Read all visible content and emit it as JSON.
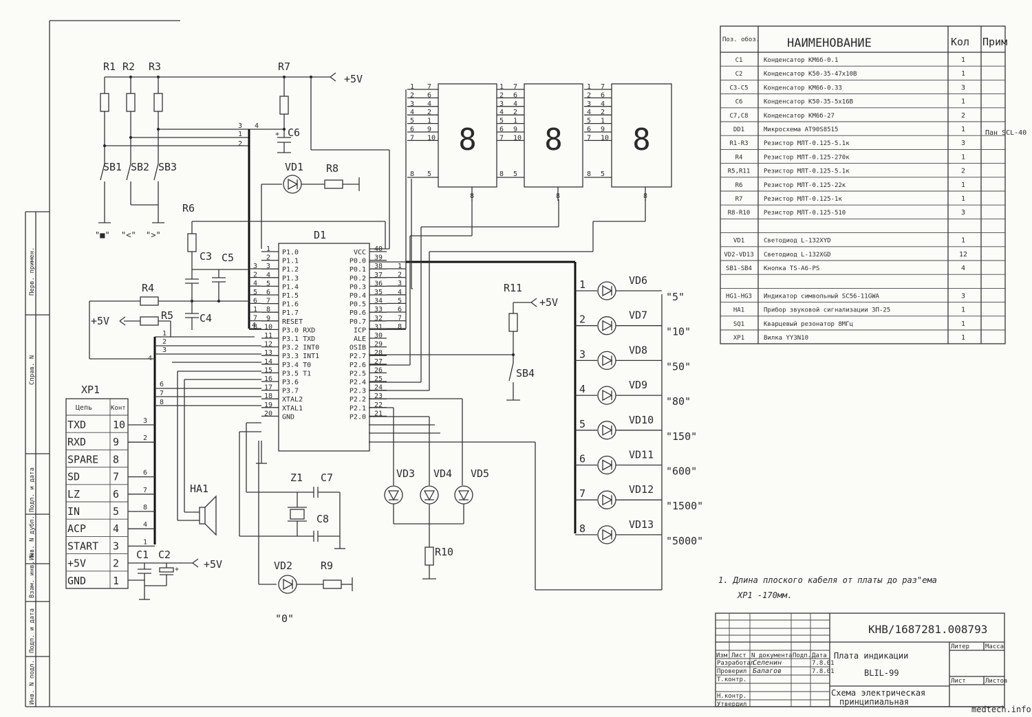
{
  "power_labels": {
    "plus5": "+5V"
  },
  "resistor_labels": {
    "r1": "R1",
    "r2": "R2",
    "r3": "R3",
    "r4": "R4",
    "r5": "R5",
    "r6": "R6",
    "r7": "R7",
    "r8": "R8",
    "r9": "R9",
    "r10": "R10",
    "r11": "R11"
  },
  "cap_labels": {
    "c1": "C1",
    "c2": "C2",
    "c3": "C3",
    "c4": "C4",
    "c5": "C5",
    "c6": "C6",
    "c7": "C7",
    "c8": "C8"
  },
  "switch_labels": {
    "sb1": "SB1",
    "sb2": "SB2",
    "sb3": "SB3",
    "sb4": "SB4"
  },
  "key_labels": {
    "k1": "\"■\"",
    "k2": "\"<\"",
    "k3": "\">\""
  },
  "other_labels": {
    "d1": "D1",
    "z1": "Z1",
    "ha1": "HA1",
    "vd1": "VD1",
    "vd2": "VD2",
    "vd3": "VD3",
    "vd4": "VD4",
    "vd5": "VD5",
    "vd2_caption": "\"0\""
  },
  "mcu": {
    "left_pins": [
      {
        "num": "1",
        "name": "P1.0"
      },
      {
        "num": "2",
        "name": "P1.1"
      },
      {
        "num": "3",
        "name": "P1.2"
      },
      {
        "num": "4",
        "name": "P1.3"
      },
      {
        "num": "5",
        "name": "P1.4"
      },
      {
        "num": "6",
        "name": "P1.5"
      },
      {
        "num": "7",
        "name": "P1.6"
      },
      {
        "num": "8",
        "name": "P1.7"
      },
      {
        "num": "9",
        "name": "RESET"
      },
      {
        "num": "10",
        "name": "P3.0  RXD"
      },
      {
        "num": "11",
        "name": "P3.1  TXD"
      },
      {
        "num": "12",
        "name": "P3.2  INT0"
      },
      {
        "num": "13",
        "name": "P3.3  INT1"
      },
      {
        "num": "14",
        "name": "P3.4  T0"
      },
      {
        "num": "15",
        "name": "P3.5  T1"
      },
      {
        "num": "16",
        "name": "P3.6"
      },
      {
        "num": "17",
        "name": "P3.7"
      },
      {
        "num": "18",
        "name": "XTAL2"
      },
      {
        "num": "19",
        "name": "XTAL1"
      },
      {
        "num": "20",
        "name": "GND"
      }
    ],
    "right_pins": [
      {
        "num": "40",
        "name": "VCC"
      },
      {
        "num": "39",
        "name": "P0.0"
      },
      {
        "num": "38",
        "name": "P0.1"
      },
      {
        "num": "37",
        "name": "P0.2"
      },
      {
        "num": "36",
        "name": "P0.3"
      },
      {
        "num": "35",
        "name": "P0.4"
      },
      {
        "num": "34",
        "name": "P0.5"
      },
      {
        "num": "33",
        "name": "P0.6"
      },
      {
        "num": "32",
        "name": "P0.7"
      },
      {
        "num": "31",
        "name": "ICP"
      },
      {
        "num": "30",
        "name": "ALE"
      },
      {
        "num": "29",
        "name": "OSIB"
      },
      {
        "num": "28",
        "name": "P2.7"
      },
      {
        "num": "27",
        "name": "P2.6"
      },
      {
        "num": "26",
        "name": "P2.5"
      },
      {
        "num": "25",
        "name": "P2.4"
      },
      {
        "num": "24",
        "name": "P2.3"
      },
      {
        "num": "23",
        "name": "P2.2"
      },
      {
        "num": "22",
        "name": "P2.1"
      },
      {
        "num": "21",
        "name": "P2.0"
      }
    ]
  },
  "connector": {
    "title": "XP1",
    "header": [
      "Цепь",
      "Конт"
    ],
    "rows": [
      {
        "signal": "TXD",
        "pin": "10",
        "wire": "3"
      },
      {
        "signal": "RXD",
        "pin": "9",
        "wire": "2"
      },
      {
        "signal": "SPARE",
        "pin": "8",
        "wire": ""
      },
      {
        "signal": "SD",
        "pin": "7",
        "wire": "6"
      },
      {
        "signal": "LZ",
        "pin": "6",
        "wire": "7"
      },
      {
        "signal": "IN",
        "pin": "5",
        "wire": "8"
      },
      {
        "signal": "ACP",
        "pin": "4",
        "wire": "4"
      },
      {
        "signal": "START",
        "pin": "3",
        "wire": "1"
      },
      {
        "signal": "+5V",
        "pin": "2",
        "wire": ""
      },
      {
        "signal": "GND",
        "pin": "1",
        "wire": ""
      }
    ]
  },
  "leds_right": [
    {
      "num": "1",
      "ref": "VD6",
      "label": "\"5\""
    },
    {
      "num": "2",
      "ref": "VD7",
      "label": "\"10\""
    },
    {
      "num": "3",
      "ref": "VD8",
      "label": "\"50\""
    },
    {
      "num": "4",
      "ref": "VD9",
      "label": "\"80\""
    },
    {
      "num": "5",
      "ref": "VD10",
      "label": "\"150\""
    },
    {
      "num": "6",
      "ref": "VD11",
      "label": "\"600\""
    },
    {
      "num": "7",
      "ref": "VD12",
      "label": "\"1500\""
    },
    {
      "num": "8",
      "ref": "VD13",
      "label": "\"5000\""
    }
  ],
  "display": {
    "digit": "8",
    "pin_pairs": [
      [
        "1",
        "7"
      ],
      [
        "2",
        "6"
      ],
      [
        "3",
        "4"
      ],
      [
        "4",
        "2"
      ],
      [
        "5",
        "1"
      ],
      [
        "6",
        "9"
      ],
      [
        "7",
        "10"
      ]
    ],
    "bottom_pair": [
      "8",
      "5"
    ],
    "common_pin": "8"
  },
  "bom": {
    "header": {
      "pos": "Поз. обоз.",
      "name": "НАИМЕНОВАНИЕ",
      "qty": "Кол",
      "note": "Прим"
    },
    "rows": [
      {
        "pos": "C1",
        "name": "Конденсатор КМ6б-0.1",
        "qty": "1"
      },
      {
        "pos": "C2",
        "name": "Конденсатор К50-35-47х10В",
        "qty": "1"
      },
      {
        "pos": "C3-C5",
        "name": "Конденсатор КМ6б-0.33",
        "qty": "3"
      },
      {
        "pos": "C6",
        "name": "Конденсатор К50-35-5х16В",
        "qty": "1"
      },
      {
        "pos": "C7,C8",
        "name": "Конденсатор КМ6б-27",
        "qty": "2"
      },
      {
        "pos": "DD1",
        "name": "Микросхема AT90S8515",
        "qty": "1"
      },
      {
        "pos": "R1-R3",
        "name": "Резистор МЛТ-0.125-5.1к",
        "qty": "3"
      },
      {
        "pos": "R4",
        "name": "Резистор МЛТ-0.125-270к",
        "qty": "1"
      },
      {
        "pos": "R5,R11",
        "name": "Резистор МЛТ-0.125-5.1к",
        "qty": "2"
      },
      {
        "pos": "R6",
        "name": "Резистор МЛТ-0.125-22к",
        "qty": "1"
      },
      {
        "pos": "R7",
        "name": "Резистор МЛТ-0.125-1к",
        "qty": "1"
      },
      {
        "pos": "R8-R10",
        "name": "Резистор МЛТ-0.125-510",
        "qty": "3"
      },
      {
        "pos": "",
        "name": "",
        "qty": ""
      },
      {
        "pos": "VD1",
        "name": "Светодиод L-132XYD",
        "qty": "1"
      },
      {
        "pos": "VD2-VD13",
        "name": "Светодиод L-132XGD",
        "qty": "12"
      },
      {
        "pos": "SB1-SB4",
        "name": "Кнопка TS-A6-PS",
        "qty": "4"
      },
      {
        "pos": "",
        "name": "",
        "qty": ""
      },
      {
        "pos": "HG1-HG3",
        "name": "Индикатор символьный SC56-11GWA",
        "qty": "3"
      },
      {
        "pos": "HA1",
        "name": "Прибор звуковой сигнализации ЗП-25",
        "qty": "1"
      },
      {
        "pos": "SQ1",
        "name": "Кварцевый резонатор 8МГц",
        "qty": "1"
      },
      {
        "pos": "XP1",
        "name": "Вилка YY3N10",
        "qty": "1"
      }
    ],
    "side_note": "Пан SCL-40"
  },
  "note": {
    "line1": "1. Длина плоского кабеля от платы до раз\"ема",
    "line2": "XP1 -170мм."
  },
  "title_block": {
    "doc_number": "КНВ/1687281.008793",
    "title": "Плата индикации",
    "subtitle": "BLIL-99",
    "type_line1": "Схема электрическая",
    "type_line2": "принципиальная",
    "cols": [
      "Изм",
      "Лист",
      "N документа",
      "Подп.",
      "Дата"
    ],
    "roles": [
      "Разработал",
      "Проверил",
      "Т.контр.",
      "",
      "Н.контр.",
      "Утвердил"
    ],
    "developer": "Селенин",
    "checker": "Балагов",
    "date1": "7.8.01",
    "date2": "7.8.01",
    "litera": "Литер",
    "mass": "Масса",
    "sheet": "Лист",
    "sheets": "Листов"
  },
  "margin_labels": [
    "Перв. примен.",
    "Справ. N",
    "Подп. и дата",
    "Инв. N дубл.",
    "Взам. инв. N",
    "Подп. и дата",
    "Инв. N подл."
  ],
  "watermark": "medtech.info"
}
